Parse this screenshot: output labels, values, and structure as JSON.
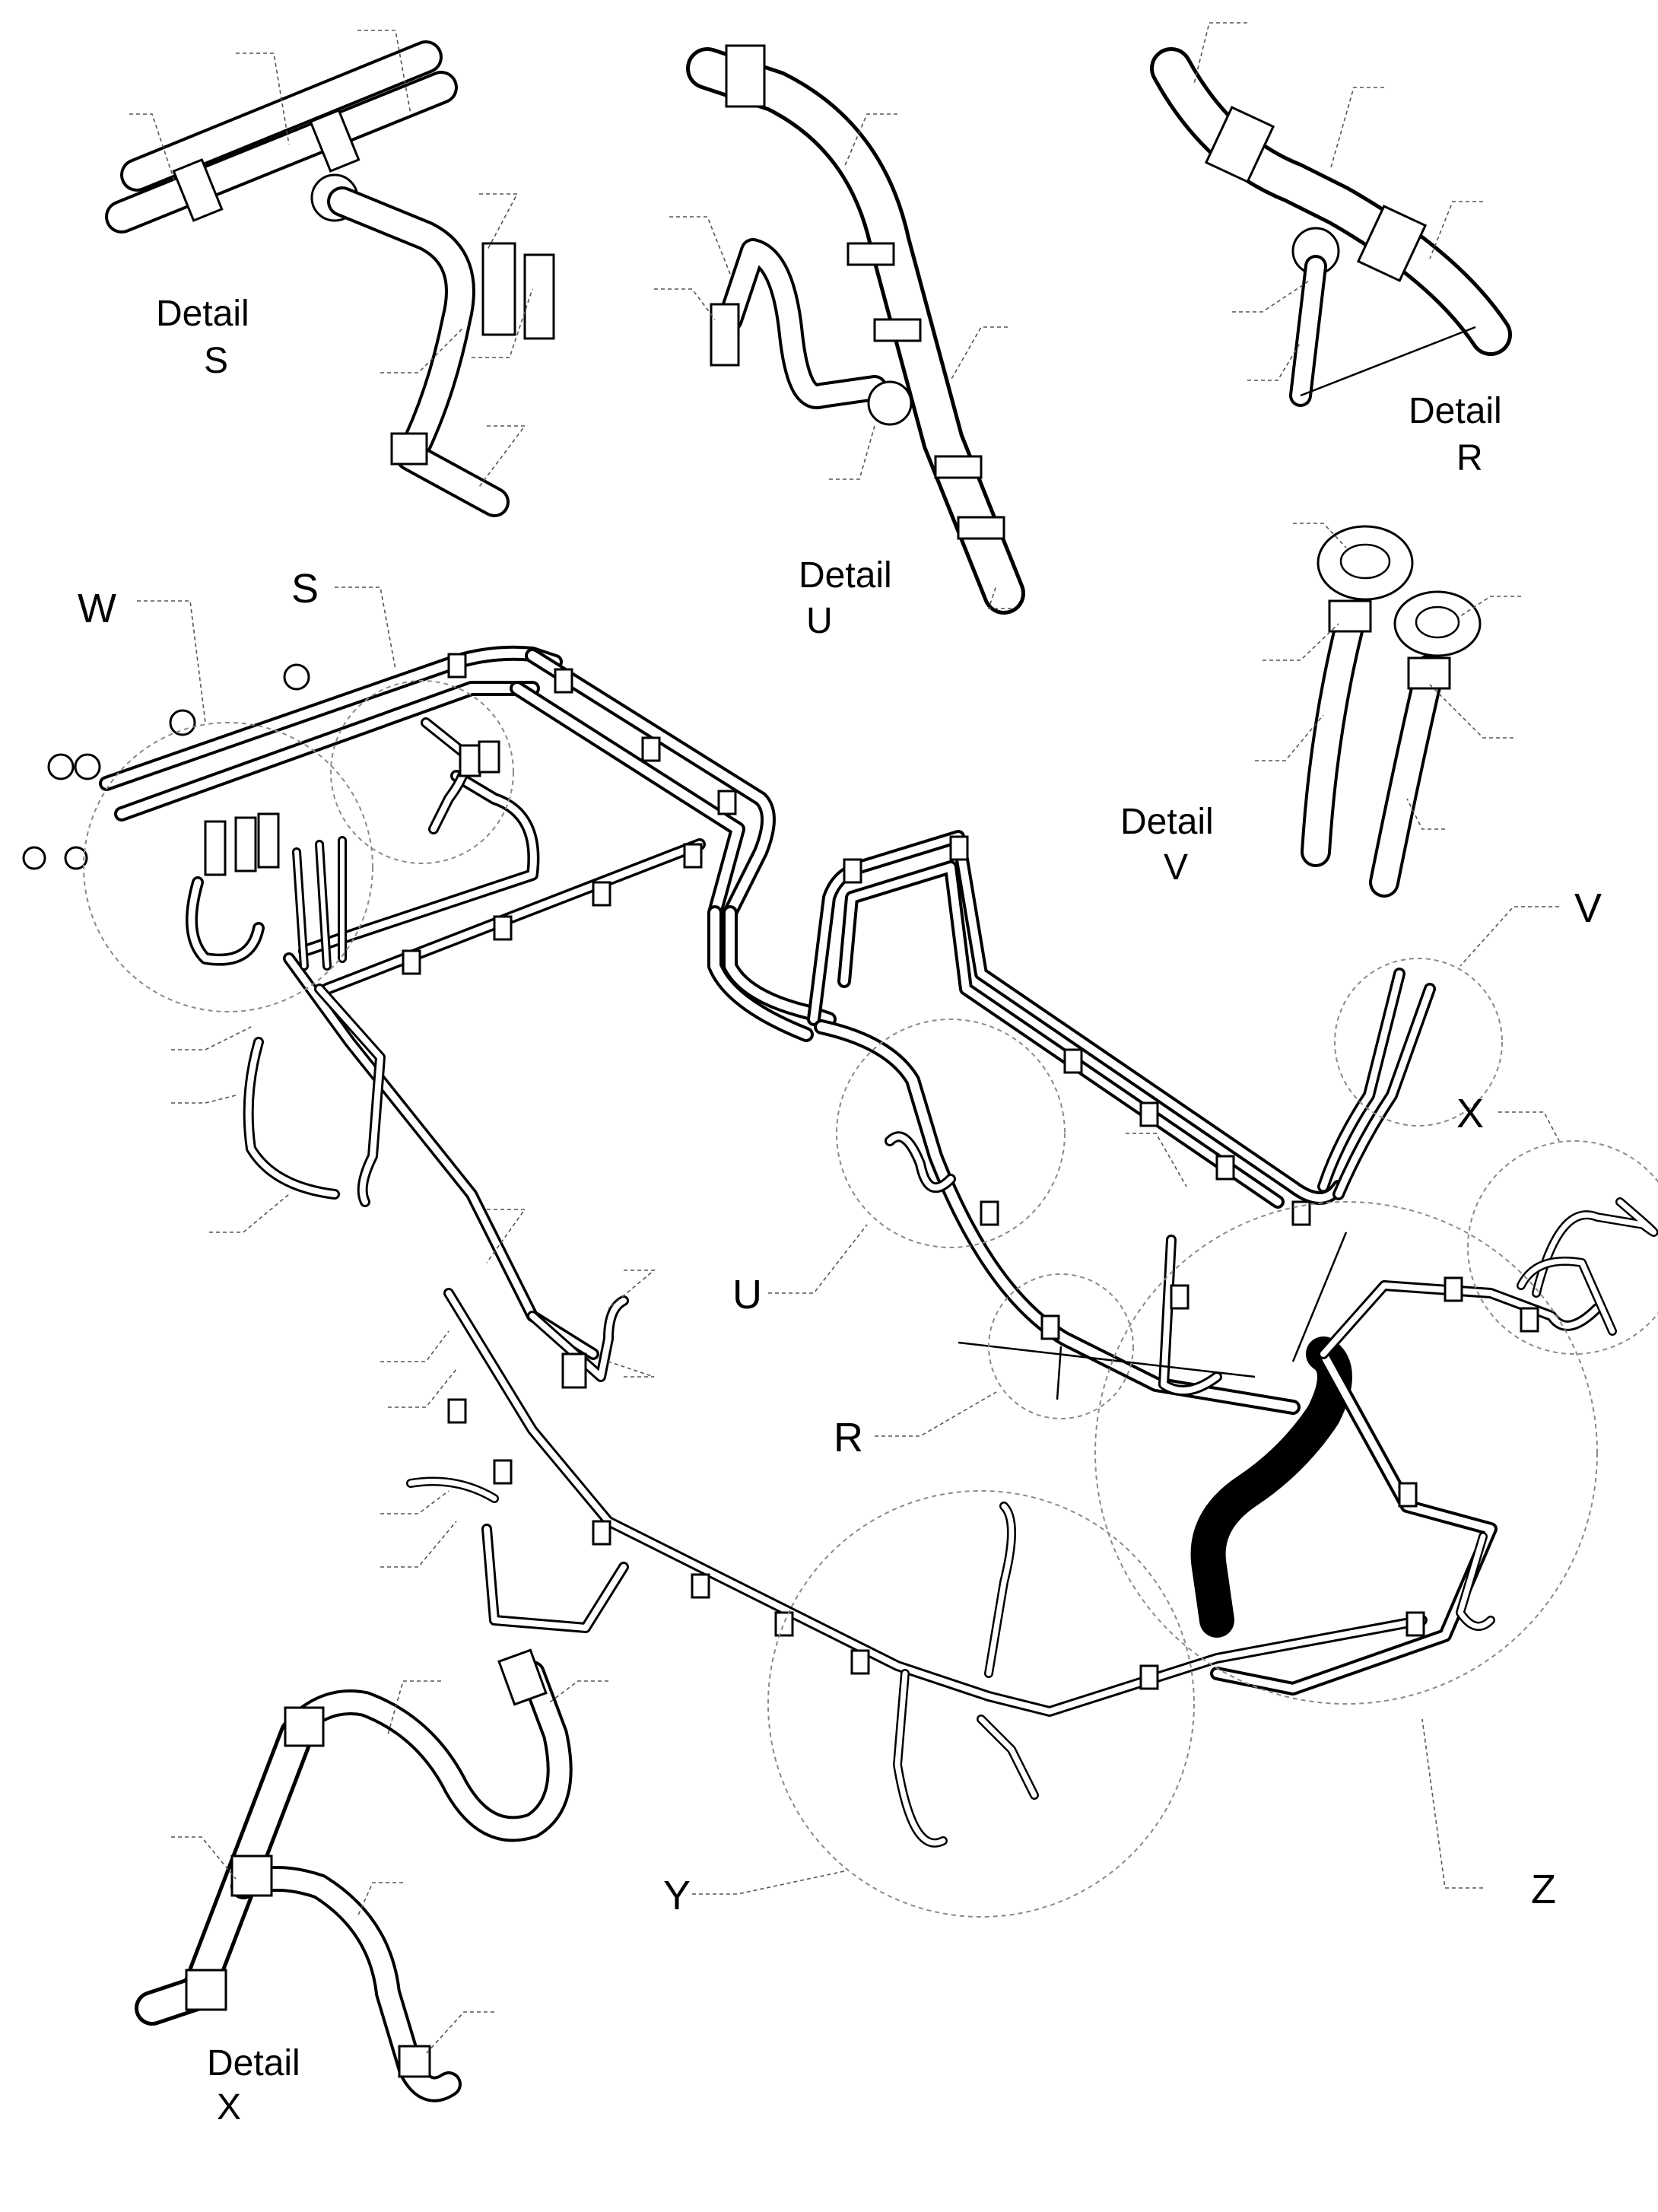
{
  "labels": {
    "W": "W",
    "S": "S",
    "U": "U",
    "V": "V",
    "X": "X",
    "R": "R",
    "Y": "Y",
    "Z": "Z"
  },
  "details": {
    "S": {
      "word": "Detail",
      "letter": "S"
    },
    "U": {
      "word": "Detail",
      "letter": "U"
    },
    "R": {
      "word": "Detail",
      "letter": "R"
    },
    "V": {
      "word": "Detail",
      "letter": "V"
    },
    "X": {
      "word": "Detail",
      "letter": "X"
    }
  },
  "colors": {
    "line": "#000000",
    "leader": "#555555",
    "circle": "#8a8a8a",
    "background": "#ffffff"
  }
}
